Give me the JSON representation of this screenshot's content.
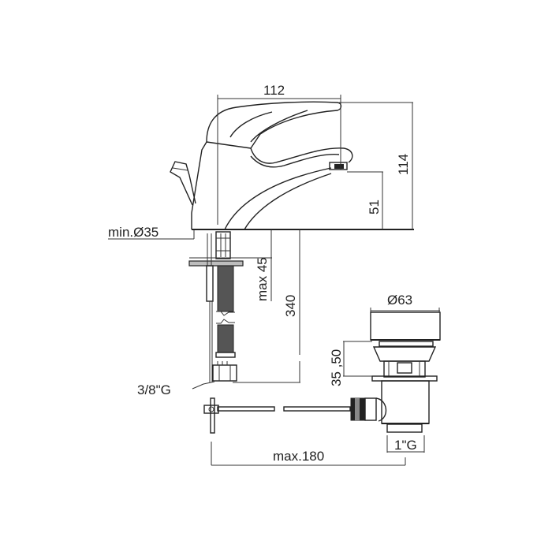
{
  "drawing": {
    "subject": "single-lever basin mixer with pop-up waste",
    "colors": {
      "line": "#222222",
      "background": "#ffffff",
      "fill_gray": "#bdbdbd",
      "hose": "#555555"
    },
    "dimensions": {
      "width_top": "112",
      "height_total": "114",
      "spout_height": "51",
      "hole_diameter": "min.Ø35",
      "deck_thickness": "max 45",
      "hose_length": "340",
      "hose_connection": "3/8\"G",
      "waste_diameter": "Ø63",
      "waste_height": "35 ,50",
      "waste_thread": "1\"G",
      "rod_length": "max.180"
    }
  }
}
